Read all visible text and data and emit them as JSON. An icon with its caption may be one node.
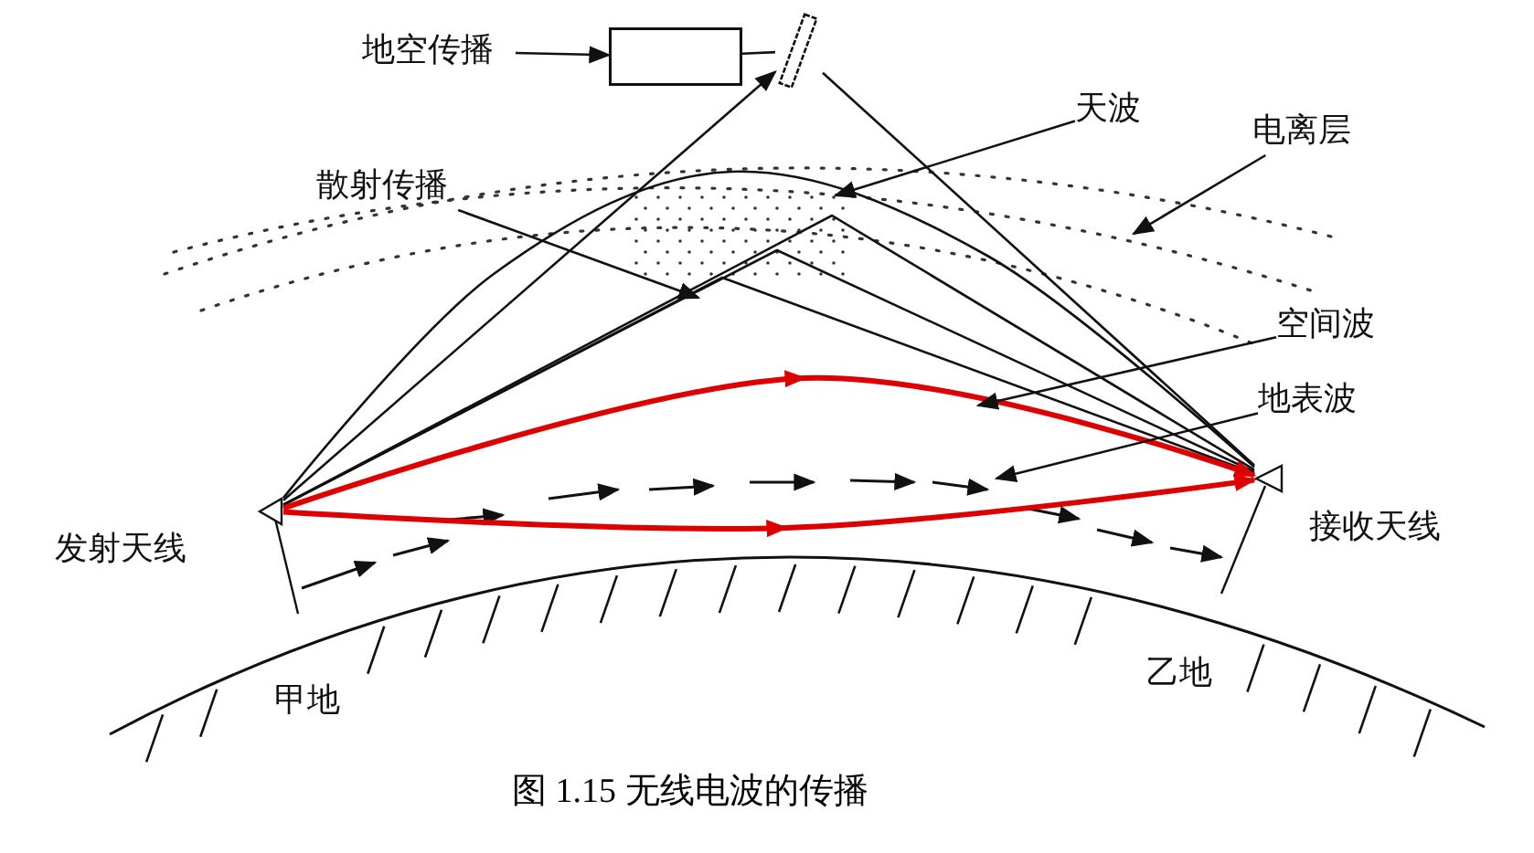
{
  "diagram": {
    "caption": "图 1.15 无线电波的传播",
    "nodes": [
      {
        "text": [
          "地空传播"
        ]
      },
      {
        "text": [],
        "shape": "box"
      },
      {
        "text": [],
        "shape": "bar"
      },
      {
        "text": [
          "天波"
        ]
      },
      {
        "text": [
          "电离层"
        ]
      },
      {
        "text": [
          "散射传播"
        ]
      },
      {
        "text": [
          "空间波"
        ]
      },
      {
        "text": [
          "地表波"
        ]
      },
      {
        "text": [],
        "shape": "triangle",
        "beside": [
          "发射天线"
        ]
      },
      {
        "text": [],
        "shape": "triangle",
        "beside": [
          "接收天线"
        ]
      }
    ],
    "edges": [
      {
        "from": 8,
        "to": 2,
        "arrow": "to"
      },
      {
        "from": 2,
        "to": 9,
        "arrow": "none"
      },
      {
        "from": 1,
        "to": 2,
        "arrow": "none"
      },
      {
        "from": 8,
        "to": 9,
        "arrow": "none"
      },
      {
        "from": 8,
        "to": 9,
        "arrow": "none"
      },
      {
        "from": 8,
        "to": 9,
        "arrow": "none"
      },
      {
        "from": 8,
        "to": 9,
        "arrow": "none"
      },
      {
        "from": 8,
        "to": 9,
        "arrow": "to",
        "style": "thick",
        "color": "#dd0000"
      },
      {
        "from": 8,
        "to": 9,
        "arrow": "to",
        "style": "thick",
        "color": "#dd0000"
      },
      {
        "from": 0,
        "to": 1,
        "arrow": "to"
      },
      {
        "from": 5,
        "to": null,
        "arrow": "to"
      },
      {
        "from": 3,
        "to": null,
        "arrow": "to"
      },
      {
        "from": 4,
        "to": null,
        "arrow": "to"
      },
      {
        "from": 6,
        "to": null,
        "arrow": "to"
      },
      {
        "from": 7,
        "to": null,
        "arrow": "to"
      }
    ],
    "labels": [
      "甲地",
      "乙地"
    ]
  }
}
